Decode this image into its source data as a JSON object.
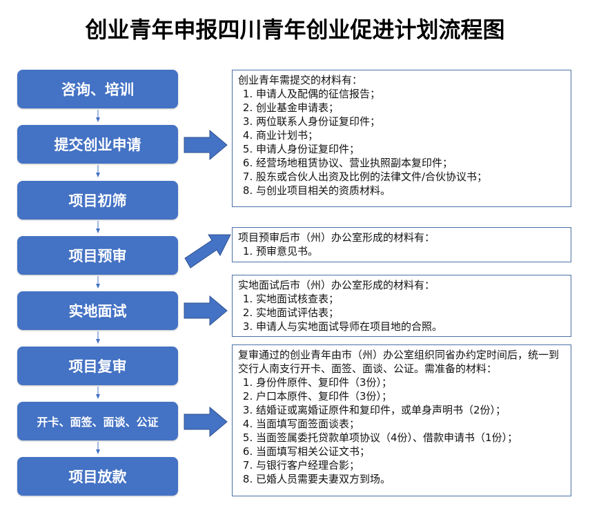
{
  "title": "创业青年申报四川青年创业促进计划流程图",
  "colors": {
    "step_fill": "#4472c4",
    "arrow_fill": "#4472c4",
    "box_border": "#4a6fa5"
  },
  "steps": [
    "咨询、培训",
    "提交创业申请",
    "项目初筛",
    "项目预审",
    "实地面试",
    "项目复审",
    "开卡、面签、面谈、公证",
    "项目放款"
  ],
  "boxes": [
    {
      "heading": "创业青年需提交的材料有：",
      "items": [
        "申请人及配偶的征信报告；",
        "创业基金申请表；",
        "两位联系人身份证复印件；",
        "商业计划书；",
        "申请人身份证复印件；",
        "经营场地租赁协议、营业执照副本复印件；",
        "股东或合伙人出资及比例的法律文件/合伙协议书；",
        "与创业项目相关的资质材料。"
      ]
    },
    {
      "heading": "项目预审后市（州）办公室形成的材料有：",
      "items": [
        "预审意见书。"
      ]
    },
    {
      "heading": "实地面试后市（州）办公室形成的材料有：",
      "items": [
        "实地面试核查表；",
        "实地面试评估表；",
        "申请人与实地面试导师在项目地的合照。"
      ]
    },
    {
      "heading": "复审通过的创业青年由市（州）办公室组织同省办约定时间后，统一到交行人南支行开卡、面签、面谈、公证。需准备的材料：",
      "items": [
        "身份件原件、复印件（3份）；",
        "户口本原件、复印件（3份）；",
        "结婚证或离婚证原件和复印件，或单身声明书（2份）；",
        "当面填写面签面谈表；",
        "当面签属委托贷款单项协议（4份）、借款申请书（1份）；",
        "当面填写相关公证文书；",
        "与银行客户经理合影；",
        "已婚人员需要夫妻双方到场。"
      ]
    }
  ]
}
